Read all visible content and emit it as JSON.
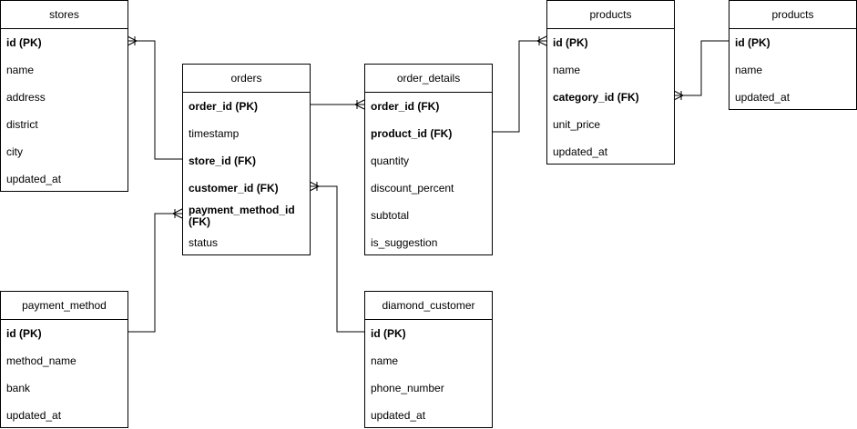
{
  "entities": {
    "stores": {
      "title": "stores",
      "fields": [
        "id (PK)",
        "name",
        "address",
        "district",
        "city",
        "updated_at"
      ]
    },
    "orders": {
      "title": "orders",
      "fields": [
        "order_id (PK)",
        "timestamp",
        "store_id (FK)",
        "customer_id (FK)",
        "payment_method_id (FK)",
        "status"
      ]
    },
    "order_details": {
      "title": "order_details",
      "fields": [
        "order_id (FK)",
        "product_id (FK)",
        "quantity",
        "discount_percent",
        "subtotal",
        "is_suggestion"
      ]
    },
    "products": {
      "title": "products",
      "fields": [
        "id (PK)",
        "name",
        "category_id (FK)",
        "unit_price",
        "updated_at"
      ]
    },
    "categories": {
      "title": "products",
      "fields": [
        "id (PK)",
        "name",
        "updated_at"
      ]
    },
    "payment_method": {
      "title": "payment_method",
      "fields": [
        "id (PK)",
        "method_name",
        "bank",
        "updated_at"
      ]
    },
    "diamond_customer": {
      "title": "diamond_customer",
      "fields": [
        "id (PK)",
        "name",
        "phone_number",
        "updated_at"
      ]
    }
  },
  "relationships": [
    {
      "from": "orders.store_id",
      "to": "stores.id"
    },
    {
      "from": "order_details.order_id",
      "to": "orders.order_id"
    },
    {
      "from": "order_details.product_id",
      "to": "products.id"
    },
    {
      "from": "products.category_id",
      "to": "categories.id"
    },
    {
      "from": "orders.payment_method_id",
      "to": "payment_method.id"
    },
    {
      "from": "orders.customer_id",
      "to": "diamond_customer.id"
    }
  ]
}
